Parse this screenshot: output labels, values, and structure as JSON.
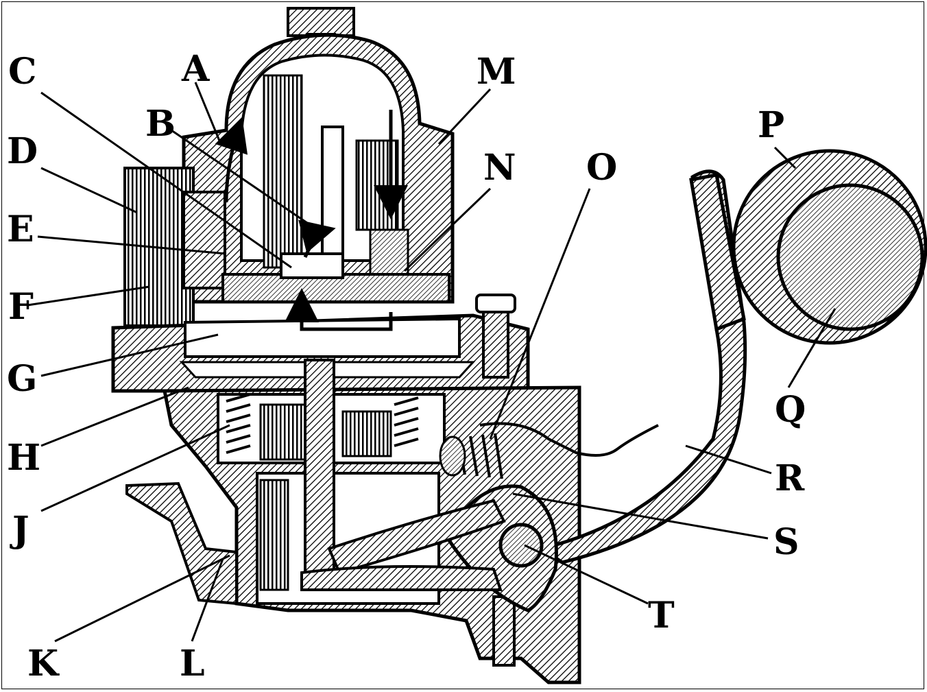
{
  "labels": {
    "A": "A",
    "B": "B",
    "C": "C",
    "D": "D",
    "E": "E",
    "F": "F",
    "G": "G",
    "H": "H",
    "J": "J",
    "K": "K",
    "L": "L",
    "M": "M",
    "N": "N",
    "O": "O",
    "P": "P",
    "Q": "Q",
    "R": "R",
    "S": "S",
    "T": "T"
  },
  "colors": {
    "ink": "#000000",
    "paper": "#ffffff"
  }
}
